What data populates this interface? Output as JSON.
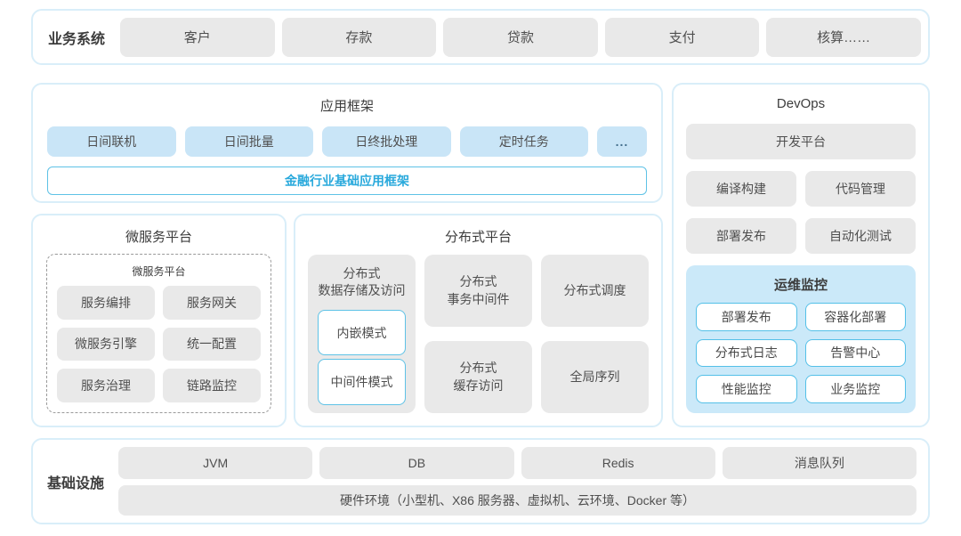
{
  "colors": {
    "outer_border": "#d9eef9",
    "gray_chip": "#e9e9e9",
    "blue_chip": "#c9e5f7",
    "ops_panel_bg": "#cbe9f9",
    "accent_border": "#54c0e8",
    "accent_text": "#29a9dc",
    "text": "#4c4c4c"
  },
  "business_systems": {
    "label": "业务系统",
    "items": [
      "客户",
      "存款",
      "贷款",
      "支付",
      "核算……"
    ]
  },
  "app_framework": {
    "title": "应用框架",
    "items": [
      "日间联机",
      "日间批量",
      "日终批处理",
      "定时任务"
    ],
    "more": "...",
    "base_frame": "金融行业基础应用框架"
  },
  "microservice_platform": {
    "title": "微服务平台",
    "inner_title": "微服务平台",
    "items": [
      "服务编排",
      "服务网关",
      "微服务引擎",
      "统一配置",
      "服务治理",
      "链路监控"
    ]
  },
  "distributed_platform": {
    "title": "分布式平台",
    "storage": {
      "title": "分布式\n数据存储及访问",
      "modes": [
        "内嵌模式",
        "中间件模式"
      ]
    },
    "columns": [
      {
        "top": "分布式\n事务中间件",
        "bottom": "分布式\n缓存访问"
      },
      {
        "top": "分布式调度",
        "bottom": "全局序列"
      }
    ]
  },
  "devops": {
    "title": "DevOps",
    "dev_platform": "开发平台",
    "items": [
      "编译构建",
      "代码管理",
      "部署发布",
      "自动化测试"
    ],
    "ops_monitor": {
      "title": "运维监控",
      "items": [
        "部署发布",
        "容器化部署",
        "分布式日志",
        "告警中心",
        "性能监控",
        "业务监控"
      ]
    }
  },
  "infrastructure": {
    "label": "基础设施",
    "items": [
      "JVM",
      "DB",
      "Redis",
      "消息队列"
    ],
    "hardware": "硬件环境（小型机、X86 服务器、虚拟机、云环境、Docker 等）"
  }
}
